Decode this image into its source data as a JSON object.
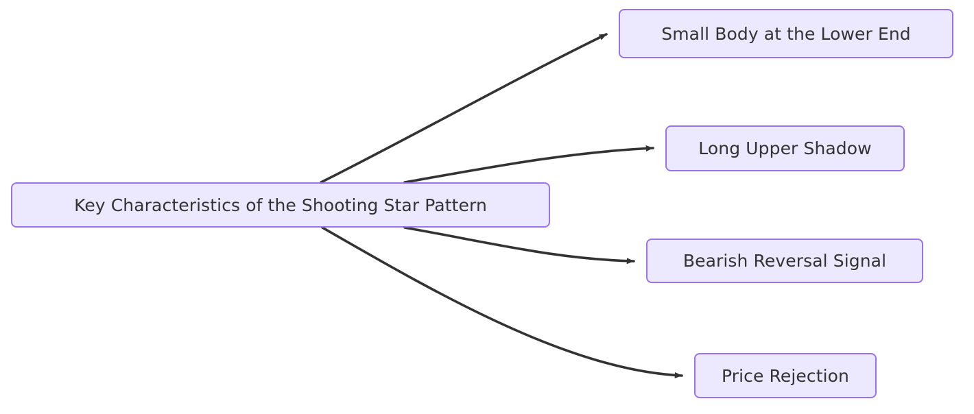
{
  "diagram": {
    "type": "flowchart",
    "direction": "left-to-right",
    "background_color": "#ffffff",
    "node_fill_color": "#ece8fd",
    "node_border_color": "#9a73e8",
    "node_text_color": "#333333",
    "edge_color": "#333333",
    "root": {
      "id": "root",
      "label": "Key Characteristics of the Shooting Star Pattern"
    },
    "children": [
      {
        "id": "small-body",
        "label": "Small Body at the Lower End"
      },
      {
        "id": "long-shadow",
        "label": "Long Upper Shadow"
      },
      {
        "id": "bearish",
        "label": "Bearish Reversal Signal"
      },
      {
        "id": "price-rejection",
        "label": "Price Rejection"
      }
    ],
    "edges": [
      {
        "from": "root",
        "to": "small-body",
        "label": ""
      },
      {
        "from": "root",
        "to": "long-shadow",
        "label": ""
      },
      {
        "from": "root",
        "to": "bearish",
        "label": ""
      },
      {
        "from": "root",
        "to": "price-rejection",
        "label": ""
      }
    ]
  }
}
